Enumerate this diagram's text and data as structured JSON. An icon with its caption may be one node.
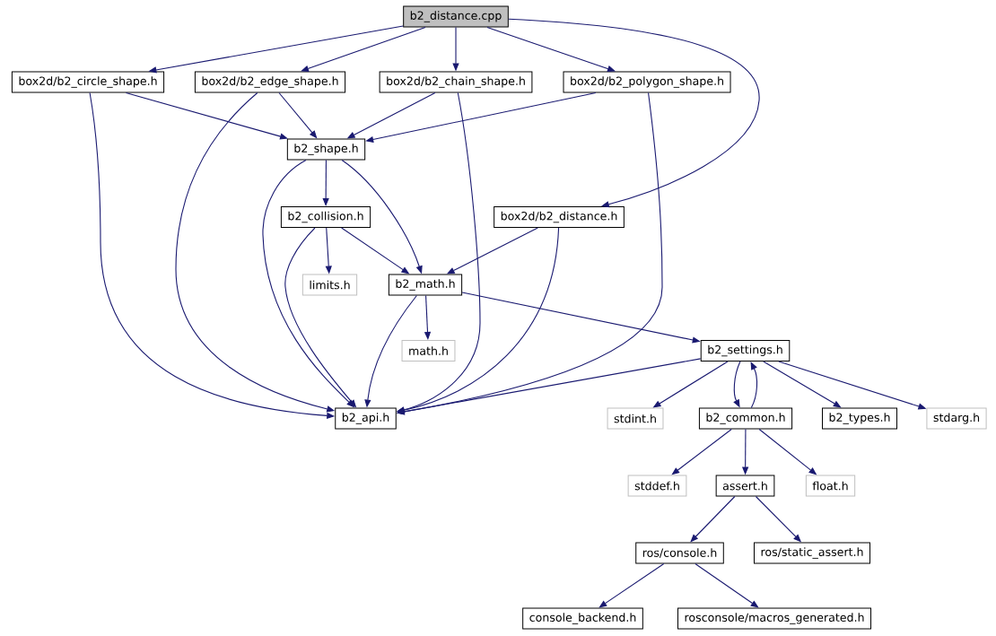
{
  "diagram": {
    "nodes": [
      {
        "text": [
          "b2_distance.cpp"
        ]
      },
      {
        "text": [
          "box2d/b2_circle_shape.h"
        ]
      },
      {
        "text": [
          "box2d/b2_edge_shape.h"
        ]
      },
      {
        "text": [
          "box2d/b2_chain_shape.h"
        ]
      },
      {
        "text": [
          "box2d/b2_polygon_shape.h"
        ]
      },
      {
        "text": [
          "b2_shape.h"
        ]
      },
      {
        "text": [
          "b2_collision.h"
        ]
      },
      {
        "text": [
          "box2d/b2_distance.h"
        ]
      },
      {
        "text": [
          "limits.h"
        ]
      },
      {
        "text": [
          "b2_math.h"
        ]
      },
      {
        "text": [
          "math.h"
        ]
      },
      {
        "text": [
          "b2_settings.h"
        ]
      },
      {
        "text": [
          "b2_api.h"
        ]
      },
      {
        "text": [
          "stdint.h"
        ]
      },
      {
        "text": [
          "b2_common.h"
        ]
      },
      {
        "text": [
          "b2_types.h"
        ]
      },
      {
        "text": [
          "stdarg.h"
        ]
      },
      {
        "text": [
          "stddef.h"
        ]
      },
      {
        "text": [
          "assert.h"
        ]
      },
      {
        "text": [
          "float.h"
        ]
      },
      {
        "text": [
          "ros/console.h"
        ]
      },
      {
        "text": [
          "ros/static_assert.h"
        ]
      },
      {
        "text": [
          "console_backend.h"
        ]
      },
      {
        "text": [
          "rosconsole/macros_generated.h"
        ]
      }
    ],
    "edges": [
      {
        "from": 0,
        "to": 1,
        "arrow": "to"
      },
      {
        "from": 0,
        "to": 2,
        "arrow": "to"
      },
      {
        "from": 0,
        "to": 3,
        "arrow": "to"
      },
      {
        "from": 0,
        "to": 4,
        "arrow": "to"
      },
      {
        "from": 0,
        "to": 7,
        "arrow": "to"
      },
      {
        "from": 1,
        "to": 5,
        "arrow": "to"
      },
      {
        "from": 1,
        "to": 12,
        "arrow": "to"
      },
      {
        "from": 2,
        "to": 5,
        "arrow": "to"
      },
      {
        "from": 2,
        "to": 12,
        "arrow": "to"
      },
      {
        "from": 3,
        "to": 5,
        "arrow": "to"
      },
      {
        "from": 3,
        "to": 12,
        "arrow": "to"
      },
      {
        "from": 4,
        "to": 5,
        "arrow": "to"
      },
      {
        "from": 4,
        "to": 12,
        "arrow": "to"
      },
      {
        "from": 5,
        "to": 6,
        "arrow": "to"
      },
      {
        "from": 5,
        "to": 9,
        "arrow": "to"
      },
      {
        "from": 5,
        "to": 12,
        "arrow": "to"
      },
      {
        "from": 6,
        "to": 8,
        "arrow": "to"
      },
      {
        "from": 6,
        "to": 9,
        "arrow": "to"
      },
      {
        "from": 6,
        "to": 12,
        "arrow": "to"
      },
      {
        "from": 7,
        "to": 9,
        "arrow": "to"
      },
      {
        "from": 7,
        "to": 12,
        "arrow": "to"
      },
      {
        "from": 9,
        "to": 10,
        "arrow": "to"
      },
      {
        "from": 9,
        "to": 11,
        "arrow": "to"
      },
      {
        "from": 9,
        "to": 12,
        "arrow": "to"
      },
      {
        "from": 11,
        "to": 12,
        "arrow": "to"
      },
      {
        "from": 11,
        "to": 13,
        "arrow": "to"
      },
      {
        "from": 11,
        "to": 14,
        "arrow": "to"
      },
      {
        "from": 11,
        "to": 15,
        "arrow": "to"
      },
      {
        "from": 11,
        "to": 16,
        "arrow": "to"
      },
      {
        "from": 14,
        "to": 11,
        "arrow": "to"
      },
      {
        "from": 14,
        "to": 17,
        "arrow": "to"
      },
      {
        "from": 14,
        "to": 18,
        "arrow": "to"
      },
      {
        "from": 14,
        "to": 19,
        "arrow": "to"
      },
      {
        "from": 18,
        "to": 20,
        "arrow": "to"
      },
      {
        "from": 18,
        "to": 21,
        "arrow": "to"
      },
      {
        "from": 20,
        "to": 22,
        "arrow": "to"
      },
      {
        "from": 20,
        "to": 23,
        "arrow": "to"
      }
    ]
  }
}
